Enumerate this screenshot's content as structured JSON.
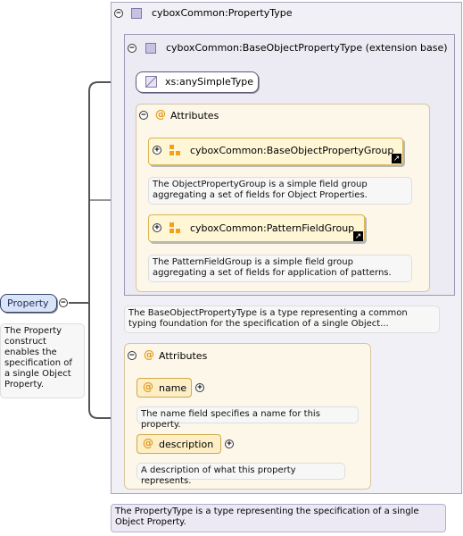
{
  "property_type": {
    "title": "cyboxCommon:PropertyType"
  },
  "base_object_type": {
    "title": "cyboxCommon:BaseObjectPropertyType (extension base)"
  },
  "simple_type": {
    "label": "xs:anySimpleType"
  },
  "inner_attributes": {
    "title": "Attributes",
    "groups": [
      {
        "label": "cyboxCommon:BaseObjectPropertyGroup",
        "description": "The ObjectPropertyGroup is a simple field group aggregating a set of fields for Object Properties."
      },
      {
        "label": "cyboxCommon:PatternFieldGroup",
        "description": "The PatternFieldGroup is a simple field group aggregating a set of fields for application of patterns."
      }
    ]
  },
  "base_object_note": "The BaseObjectPropertyType is a type representing a common typing foundation for the specification of a single Object...",
  "outer_attributes": {
    "title": "Attributes",
    "items": [
      {
        "label": "name",
        "description": "The name field specifies a name for this property."
      },
      {
        "label": "description",
        "description": "A description of what this property represents."
      }
    ]
  },
  "property_type_note": "The PropertyType is a type representing the specification of a single Object Property.",
  "element": {
    "label": "Property",
    "description": "The Property construct enables the specification of a single Object Property."
  },
  "icons": {
    "collapse": "minus-circle-icon",
    "expand": "plus-circle-icon",
    "complex_type": "purple-square-icon",
    "simple_type": "diagonal-square-icon",
    "attribute": "at-sign-icon",
    "group": "orange-blocks-icon",
    "reference": "arrow-ref-icon"
  },
  "colors": {
    "type_panel": "#f1f0f6",
    "attribute_panel": "#fdf7ea",
    "attribute_icon": "#e39a1a",
    "element_fill": "#dbe4f6",
    "group_fill": "#fff6d6"
  }
}
